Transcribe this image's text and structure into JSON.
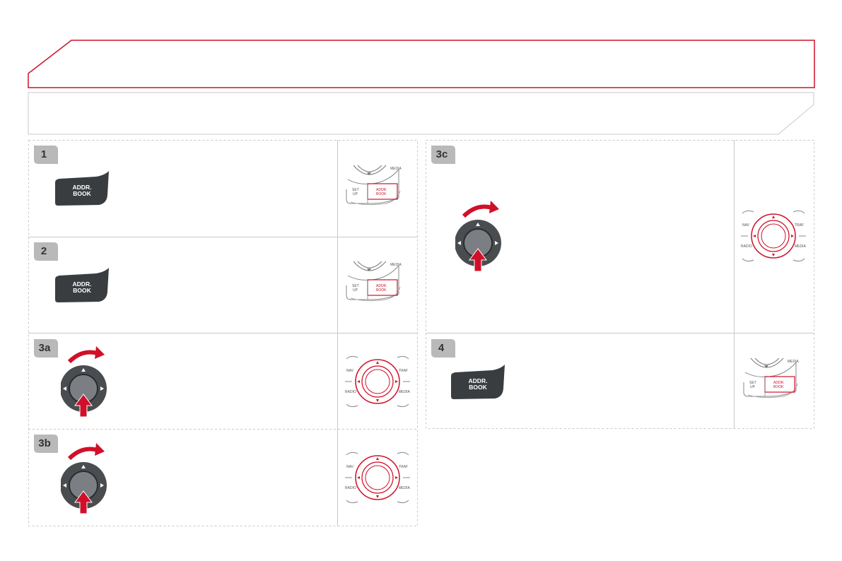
{
  "steps": [
    {
      "id": "1",
      "badge": "1",
      "button": {
        "line1": "ADDR.",
        "line2": "BOOK"
      },
      "thumb": {
        "kind": "keypad",
        "media": "MEDIA",
        "setup1": "SET",
        "setup2": "UP",
        "addr1": "ADDR.",
        "addr2": "BOOK"
      }
    },
    {
      "id": "2",
      "badge": "2",
      "button": {
        "line1": "ADDR.",
        "line2": "BOOK"
      },
      "thumb": {
        "kind": "keypad",
        "media": "MEDIA",
        "setup1": "SET",
        "setup2": "UP",
        "addr1": "ADDR.",
        "addr2": "BOOK"
      }
    },
    {
      "id": "3a",
      "badge": "3a",
      "thumb": {
        "kind": "dial",
        "nav": "NAV",
        "traf": "TRAF",
        "radio": "RADIO",
        "media": "MEDIA"
      }
    },
    {
      "id": "3b",
      "badge": "3b",
      "thumb": {
        "kind": "dial",
        "nav": "NAV",
        "traf": "TRAF",
        "radio": "RADIO",
        "media": "MEDIA"
      }
    },
    {
      "id": "3c",
      "badge": "3c",
      "thumb": {
        "kind": "dial",
        "nav": "NAV",
        "traf": "TRAF",
        "radio": "RADIO",
        "media": "MEDIA"
      }
    },
    {
      "id": "4",
      "badge": "4",
      "button": {
        "line1": "ADDR.",
        "line2": "BOOK"
      },
      "thumb": {
        "kind": "keypad",
        "media": "MEDIA",
        "setup1": "SET",
        "setup2": "UP",
        "addr1": "ADDR.",
        "addr2": "BOOK"
      }
    }
  ],
  "colors": {
    "accent": "#d0102a",
    "border": "#c8c8c8",
    "badge": "#b9b9b9",
    "button": "#3a3d40"
  }
}
